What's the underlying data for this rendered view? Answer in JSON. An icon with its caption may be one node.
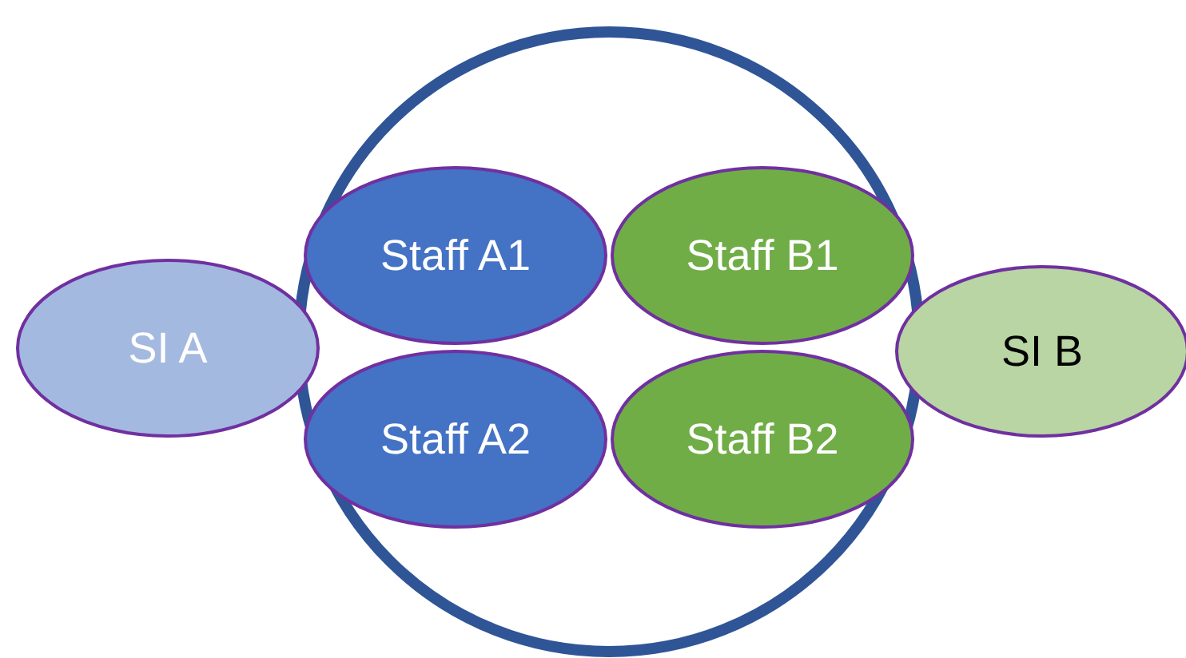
{
  "diagram": {
    "nodes": [
      {
        "text": [],
        "shape": "circle"
      },
      {
        "text": [
          "Staff A1"
        ],
        "in": 0
      },
      {
        "text": [
          "Staff B1"
        ],
        "in": 0
      },
      {
        "text": [
          "SI A"
        ]
      },
      {
        "text": [
          "SI B"
        ]
      },
      {
        "text": [
          "Staff A2"
        ],
        "in": 0
      },
      {
        "text": [
          "Staff B2"
        ],
        "in": 0
      }
    ]
  }
}
